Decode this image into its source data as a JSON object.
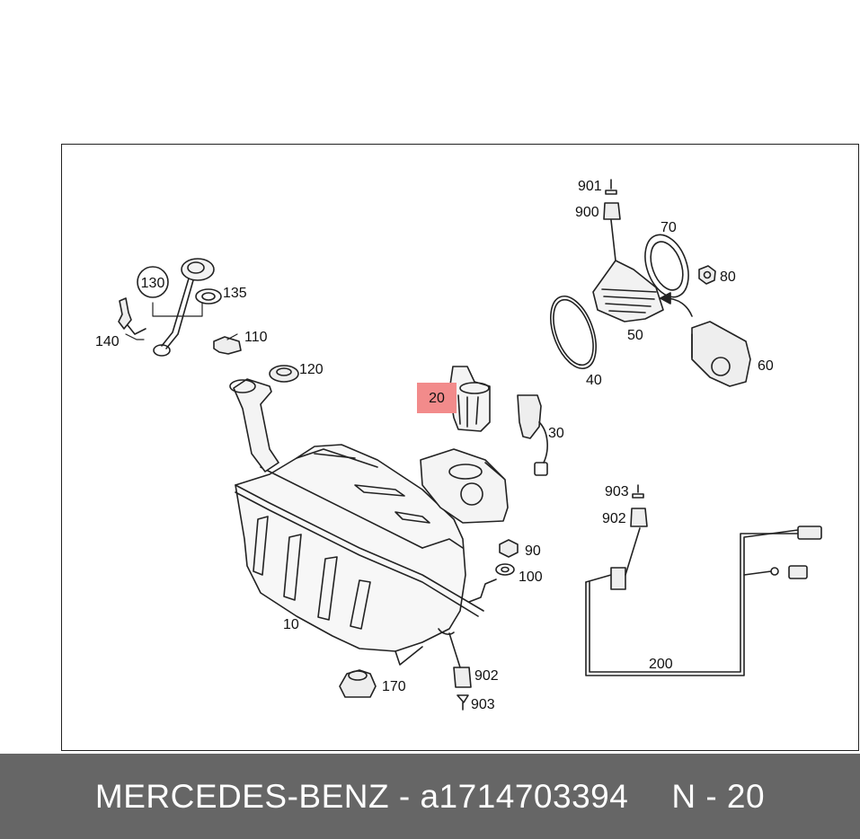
{
  "footer": {
    "brand_part": "MERCEDES-BENZ - a1714703394",
    "position": "N - 20"
  },
  "highlight_color": "#f28b8b",
  "labels": {
    "l20": "20",
    "l30": "30",
    "l40": "40",
    "l50": "50",
    "l60": "60",
    "l70": "70",
    "l80": "80",
    "l90": "90",
    "l100": "100",
    "l110": "110",
    "l120": "120",
    "l130": "130",
    "l135": "135",
    "l140": "140",
    "l170": "170",
    "l200": "200",
    "l10": "10",
    "l900": "900",
    "l901": "901",
    "l902a": "902",
    "l903a": "903",
    "l902b": "902",
    "l903b": "903"
  }
}
